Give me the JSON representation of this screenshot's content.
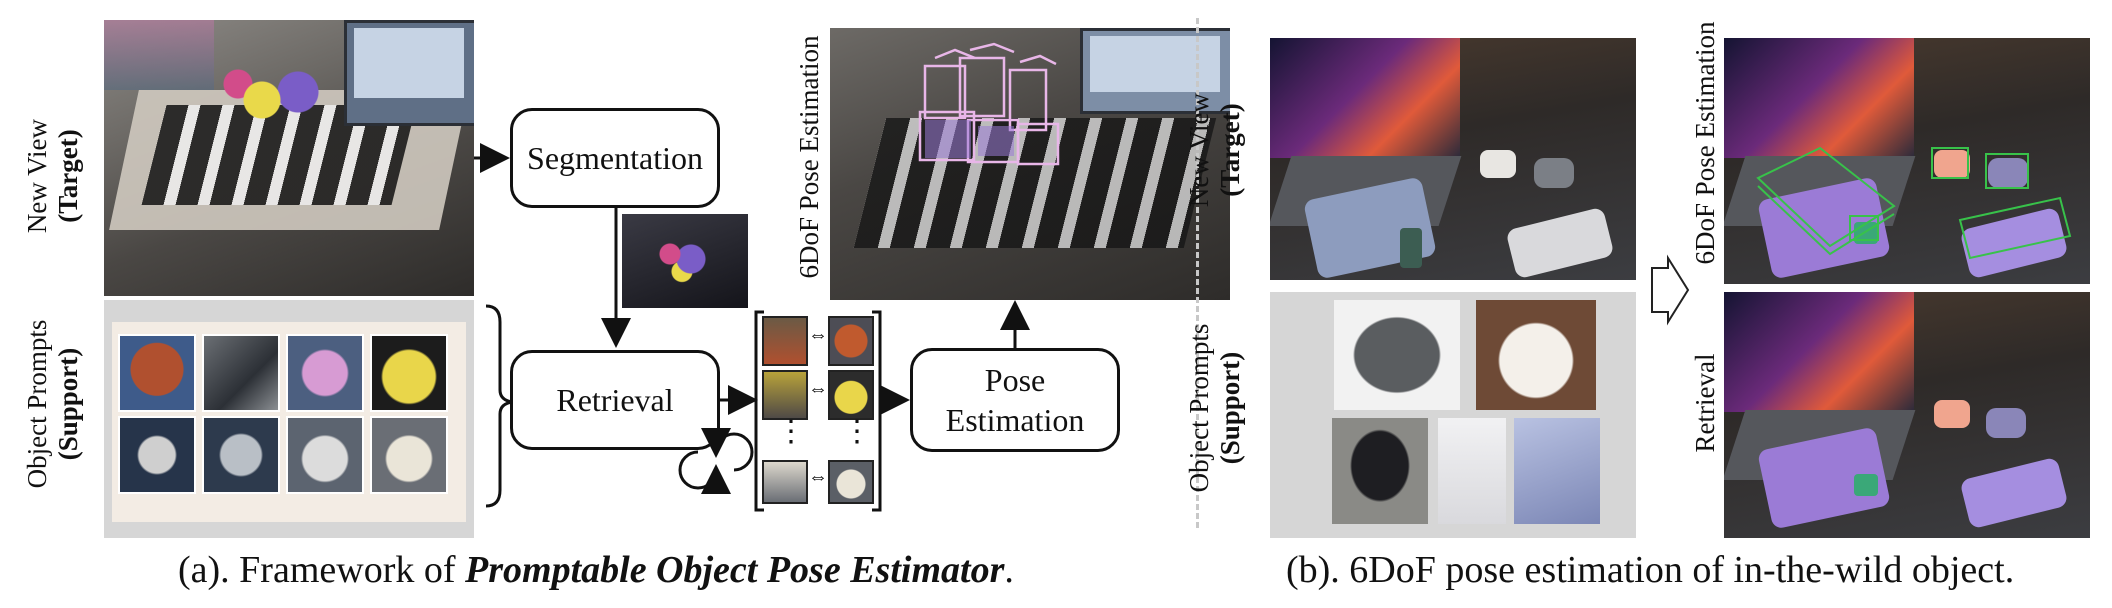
{
  "panel_a": {
    "labels": {
      "target_line1": "New View",
      "target_line2": "(Target)",
      "support_line1": "Object Prompts",
      "support_line2": "(Support)",
      "pose_line": "6DoF Pose Estimation"
    },
    "modules": {
      "segmentation": "Segmentation",
      "retrieval": "Retrieval",
      "pose_line1": "Pose",
      "pose_line2": "Estimation"
    },
    "dots": "⋮",
    "pair_arrow": "⇔",
    "caption": {
      "prefix": "(a). Framework of ",
      "emph": "Promptable Object Pose Estimator",
      "suffix": "."
    }
  },
  "panel_b": {
    "labels": {
      "target_line1": "New View",
      "target_line2": "(Target)",
      "support_line1": "Object Prompts",
      "support_line2": "(Support)",
      "pose_line": "6DoF Pose Estimation",
      "retrieval": "Retrieval"
    },
    "caption": "(b). 6DoF pose estimation of in-the-wild object."
  },
  "colors": {
    "purple": "#9b7bd6",
    "green_box": "#38c24a",
    "pink_box": "#e8b6e8"
  }
}
